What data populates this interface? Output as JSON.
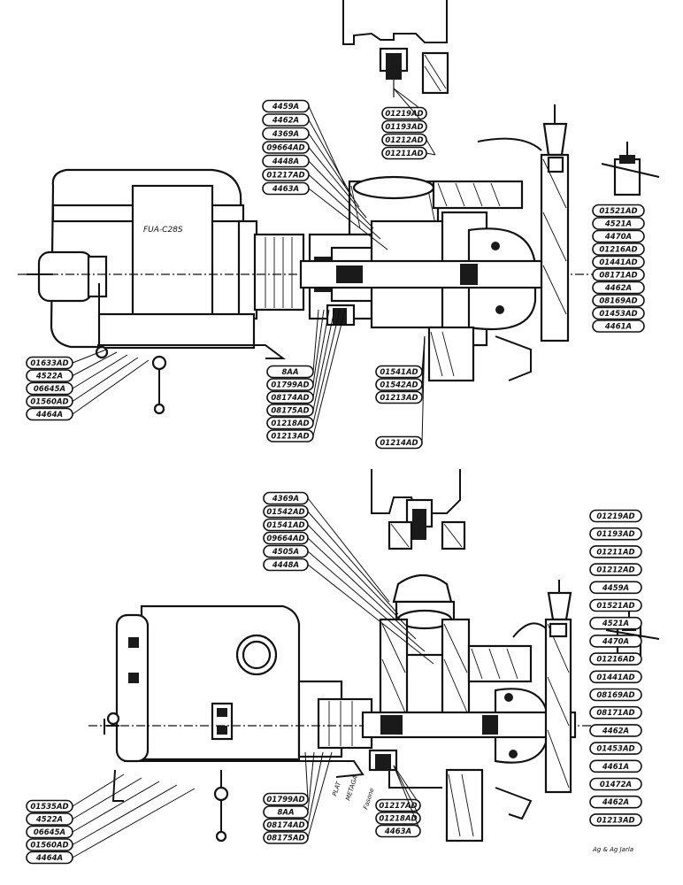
{
  "figure_top": {
    "motor_plate": "FUA-C28S",
    "tags_left": [
      "01633AD",
      "4522A",
      "06645A",
      "01560AD",
      "4464A"
    ],
    "tags_upper_left": [
      "4459A",
      "4462A",
      "4369A",
      "09664AD",
      "4448A",
      "01217AD",
      "4463A"
    ],
    "tags_top": [
      "01219AD",
      "01193AD",
      "01212AD",
      "01211AD"
    ],
    "tags_right": [
      "01521AD",
      "4521A",
      "4470A",
      "01216AD",
      "01441AD",
      "08171AD",
      "4462A",
      "08169AD",
      "01453AD",
      "4461A"
    ],
    "tags_bottom": [
      "8AA",
      "01799AD",
      "08174AD",
      "08175AD",
      "01218AD",
      "01213AD",
      "01541AD",
      "01542AD",
      "01213AD",
      "01214AD"
    ]
  },
  "figure_bottom": {
    "tags_left": [
      "01535AD",
      "4522A",
      "06645A",
      "01560AD",
      "4464A"
    ],
    "tags_upper_left": [
      "4369A",
      "01542AD",
      "01541AD",
      "09664AD",
      "4505A",
      "4448A"
    ],
    "tags_right": [
      "01219AD",
      "01193AD",
      "01211AD",
      "01212AD",
      "4459A",
      "01521AD",
      "4521A",
      "4470A",
      "01216AD",
      "01441AD",
      "08169AD",
      "08171AD",
      "4462A",
      "01453AD",
      "4461A",
      "01472A",
      "4462A",
      "01213AD"
    ],
    "tags_bottom": [
      "01799AD",
      "8AA",
      "08174AD",
      "08175AD",
      "01217AD",
      "01218AD",
      "4463A"
    ],
    "side_notes": [
      "Ag & Ag Jarla",
      "PLAT",
      "METAGA",
      "Fasone"
    ]
  }
}
